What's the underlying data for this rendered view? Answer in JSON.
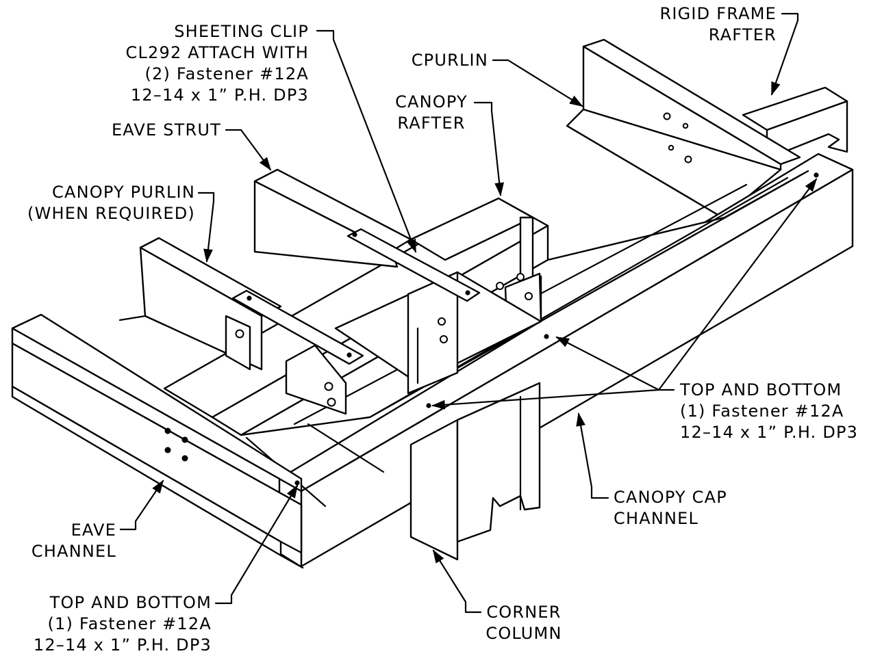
{
  "labels": {
    "rigid_frame_rafter": [
      "RIGID FRAME",
      "RAFTER"
    ],
    "sheeting_clip": [
      "SHEETING CLIP",
      "CL292 ATTACH WITH",
      "(2) Fastener #12A",
      "12–14 x 1” P.H. DP3"
    ],
    "cpurlin": [
      "CPURLIN"
    ],
    "canopy_rafter": [
      "CANOPY",
      "RAFTER"
    ],
    "eave_strut": [
      "EAVE STRUT"
    ],
    "canopy_purlin": [
      "CANOPY PURLIN",
      "(WHEN REQUIRED)"
    ],
    "top_bottom_right": [
      "TOP AND BOTTOM",
      "(1) Fastener #12A",
      "12–14 x 1” P.H. DP3"
    ],
    "canopy_cap_channel": [
      "CANOPY CAP",
      "CHANNEL"
    ],
    "eave_channel": [
      "EAVE",
      "CHANNEL"
    ],
    "corner_column": [
      "CORNER",
      "COLUMN"
    ],
    "top_bottom_left": [
      "TOP AND BOTTOM",
      "(1) Fastener #12A",
      "12–14 x 1” P.H. DP3"
    ]
  }
}
